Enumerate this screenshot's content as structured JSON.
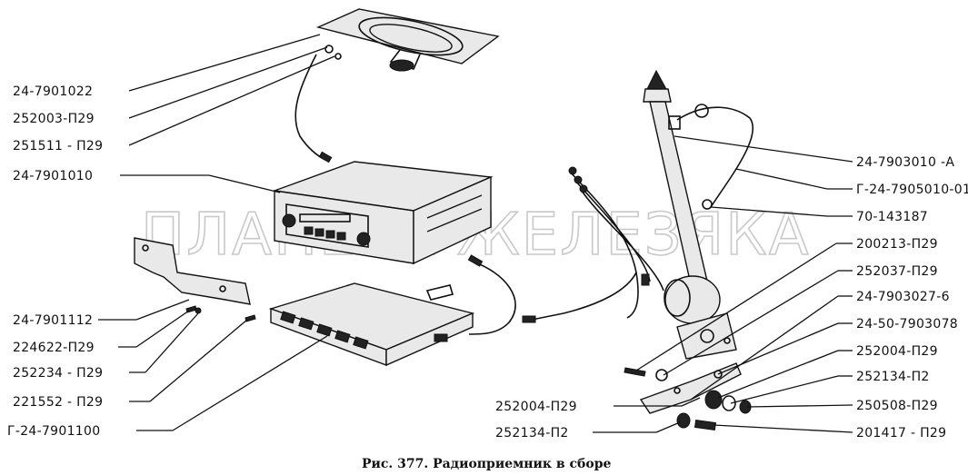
{
  "watermark": "ПЛАНЕТА ЖЕЛЕЗЯКА",
  "caption": "Рис. 377. Радиоприемник в сборе",
  "labels_left": [
    "24-7901022",
    "252003-П29",
    "251511 - П29",
    "24-7901010",
    "24-7901112",
    "224622-П29",
    "252234 - П29",
    "221552 - П29",
    "Г-24-7901100"
  ],
  "labels_right": [
    "24-7903010 -А",
    "Г-24-7905010-01",
    "70-143187",
    "200213-П29",
    "252037-П29",
    "24-7903027-6",
    "24-50-7903078",
    "252004-П29",
    "252134-П2",
    "250508-П29",
    "201417 - П29"
  ],
  "labels_bottom": [
    "252004-П29",
    "252134-П2"
  ]
}
